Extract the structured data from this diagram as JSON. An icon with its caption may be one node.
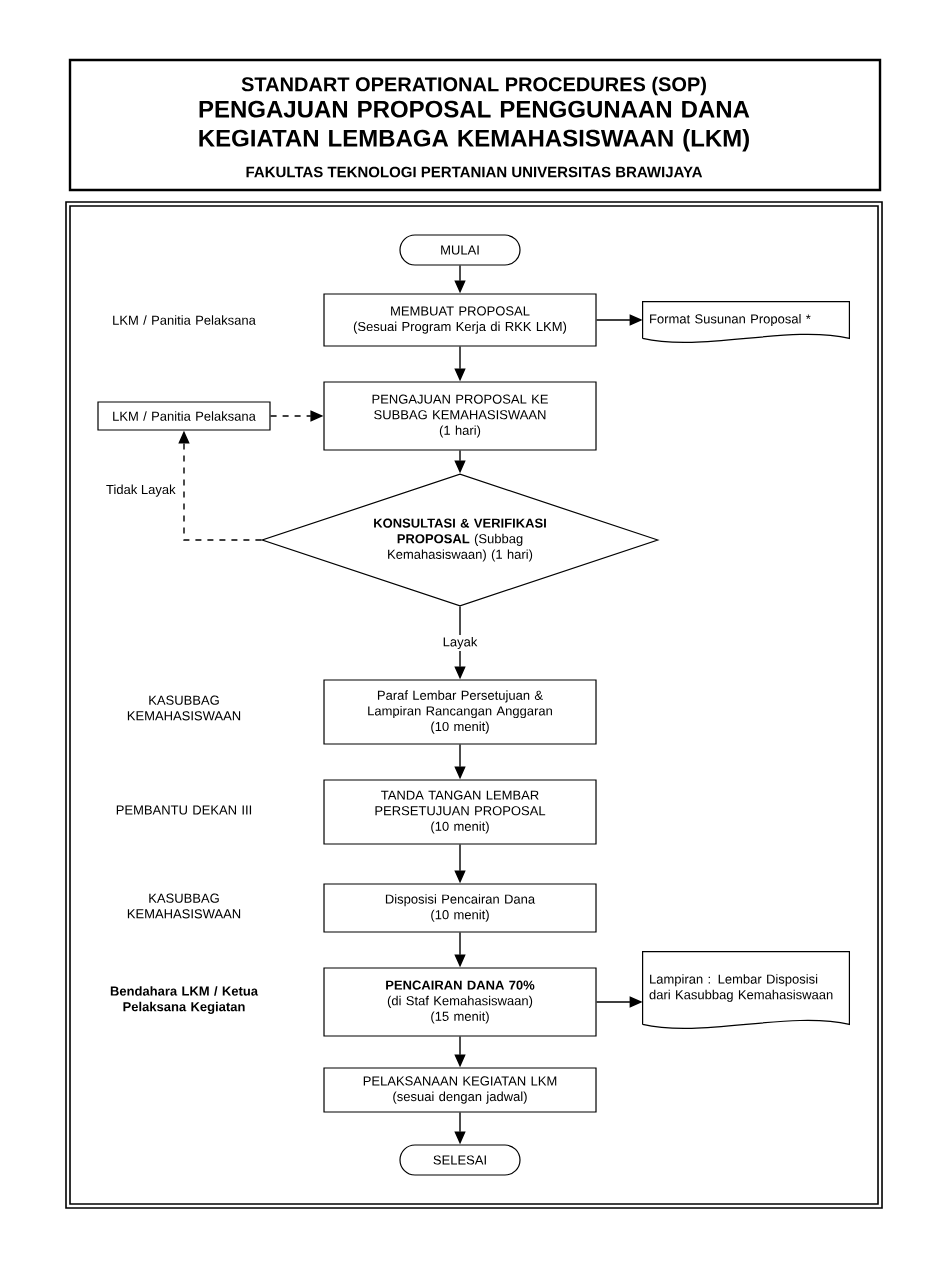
{
  "diagram": {
    "title": "PENGAJUAN PROPOSAL PENGGUNAAN DANA KEGIATAN LEMBAGA KEMAHASISWAAN (LKM)",
    "nodes": [
      {
        "text": [
          "MULAI"
        ]
      },
      {
        "text": [
          "MEMBUAT PROPOSAL",
          "(Sesuai Program Kerja di RKK LKM)"
        ]
      },
      {
        "text": [
          "Format Susunan Proposal *"
        ]
      },
      {
        "text": [
          "LKM / Panitia Pelaksana"
        ]
      },
      {
        "text": [
          "PENGAJUAN PROPOSAL KE SUBBAG KEMAHASISWAAN",
          "(1 hari)"
        ]
      },
      {
        "text": [
          "**KONSULTASI & VERIFIKASI PROPOSAL** (Subbag Kemahasiswaan) (1 hari)"
        ]
      },
      {
        "text": [
          "Paraf Lembar Persetujuan & Lampiran Rancangan Anggaran",
          "(10 menit)"
        ]
      },
      {
        "text": [
          "TANDA TANGAN LEMBAR PERSETUJUAN PROPOSAL",
          "(10 menit)"
        ]
      },
      {
        "text": [
          "Disposisi Pencairan Dana",
          "(10 menit)"
        ]
      },
      {
        "text": [
          "Lampiran : Lembar Disposisi dari Kasubbag Kemahasiswaan"
        ]
      },
      {
        "text": [
          "PENCAIRAN DANA 70%",
          "(di Staf Kemahasiswaan) (15 menit)"
        ]
      },
      {
        "text": [
          "PELAKSANAAN KEGIATAN LKM",
          "(sesuai dengan jadwal)"
        ]
      },
      {
        "text": [
          "SELESAI"
        ]
      }
    ],
    "edges": [
      {
        "from": 0,
        "to": 1,
        "arrow": "to"
      },
      {
        "from": 1,
        "to": 2,
        "arrow": "to"
      },
      {
        "from": 1,
        "to": 4,
        "arrow": "to"
      },
      {
        "from": 3,
        "to": 4,
        "arrow": "to",
        "style": "dashed"
      },
      {
        "from": 4,
        "to": 5,
        "arrow": "to"
      },
      {
        "from": 5,
        "to": 3,
        "arrow": "to",
        "style": "dashed",
        "label": "Tidak Layak"
      },
      {
        "from": 5,
        "to": 6,
        "arrow": "to",
        "label": "Layak"
      },
      {
        "from": 6,
        "to": 7,
        "arrow": "to"
      },
      {
        "from": 7,
        "to": 8,
        "arrow": "to"
      },
      {
        "from": 8,
        "to": 10,
        "arrow": "to"
      },
      {
        "from": 10,
        "to": 9,
        "arrow": "to"
      },
      {
        "from": 10,
        "to": 11,
        "arrow": "to"
      },
      {
        "from": 11,
        "to": 12,
        "arrow": "to"
      }
    ],
    "labels": [
      "STANDART OPERATIONAL PROCEDURES (SOP)",
      "FAKULTAS TEKNOLOGI PERTANIAN UNIVERSITAS BRAWIJAYA",
      "LKM / Panitia Pelaksana",
      "KASUBBAG KEMAHASISWAAN",
      "PEMBANTU DEKAN III",
      "KASUBBAG KEMAHASISWAAN",
      "Bendahara LKM / Ketua Pelaksana Kegiatan"
    ]
  }
}
